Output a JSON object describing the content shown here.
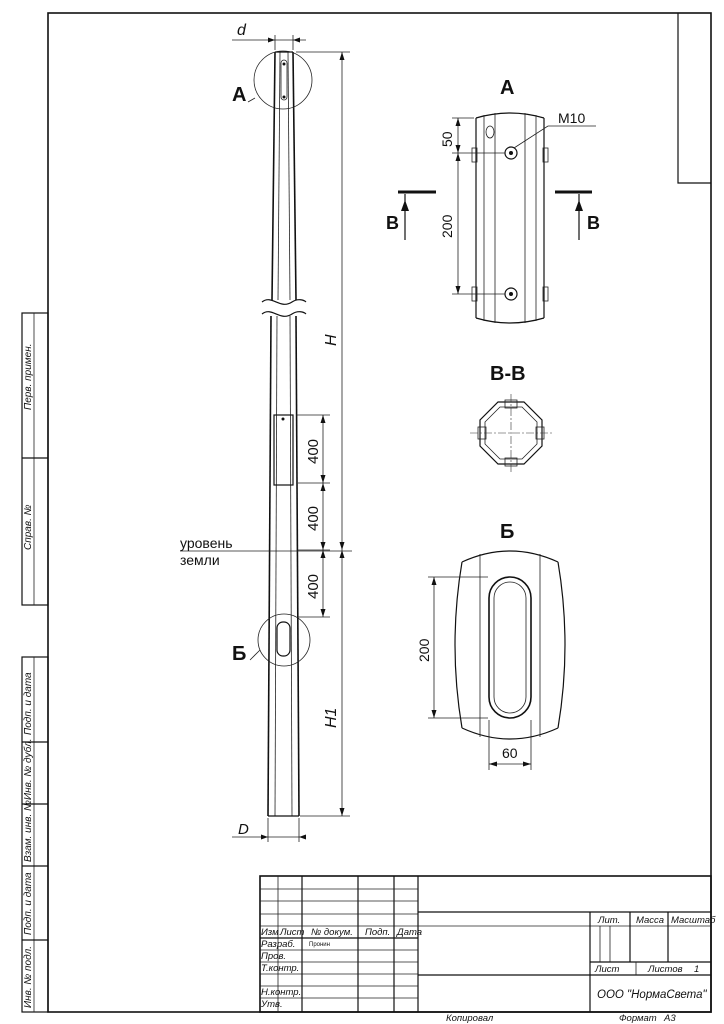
{
  "drawing": {
    "labels": {
      "d": "d",
      "D": "D",
      "H": "H",
      "H1": "H1",
      "A_callout": "А",
      "B_callout": "Б",
      "ground": [
        "уровень",
        "земли"
      ],
      "dim_400_a": "400",
      "dim_400_b": "400",
      "dim_400_c": "400"
    },
    "view_A": {
      "title": "А",
      "bolt": "M10",
      "dim_50": "50",
      "dim_200": "200",
      "section_left": "B",
      "section_right": "B"
    },
    "view_BB": {
      "title": "B-B"
    },
    "view_B": {
      "title": "Б",
      "dim_200": "200",
      "dim_60": "60"
    }
  },
  "side_stamps": [
    "Перв. примен.",
    "Справ. №",
    "Подп. и дата",
    "Инв. № дубл.",
    "Взам. инв. №",
    "Подп. и дата",
    "Инв. № подл."
  ],
  "title_block": {
    "header": [
      "Изм",
      "Лист",
      "№ докум.",
      "Подп.",
      "Дата"
    ],
    "roles": [
      "Разраб.",
      "Пров.",
      "Т.контр.",
      "Н.контр.",
      "Утв."
    ],
    "developer_name": "Пронин",
    "lit_label": "Лит.",
    "mass_label": "Масса",
    "scale_label": "Масштаб",
    "sheet_label": "Лист",
    "sheets_label": "Листов",
    "sheets_value": "1",
    "company": "ООО \"НормаСвета\""
  },
  "footer": {
    "copied": "Копировал",
    "format_label": "Формат",
    "format_value": "А3"
  }
}
